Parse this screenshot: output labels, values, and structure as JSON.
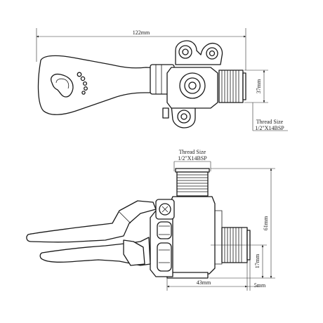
{
  "top_view": {
    "length_label": "122mm",
    "height_label": "37mm",
    "thread_title": "Thread Size",
    "thread_value": "1/2\"X14BSP"
  },
  "side_view": {
    "thread_title": "Thread Size",
    "thread_value": "1/2\"X14BSP",
    "height_label": "61mm",
    "outlet_label": "17mm",
    "width_label": "43mm",
    "offset_label": "5mm"
  }
}
